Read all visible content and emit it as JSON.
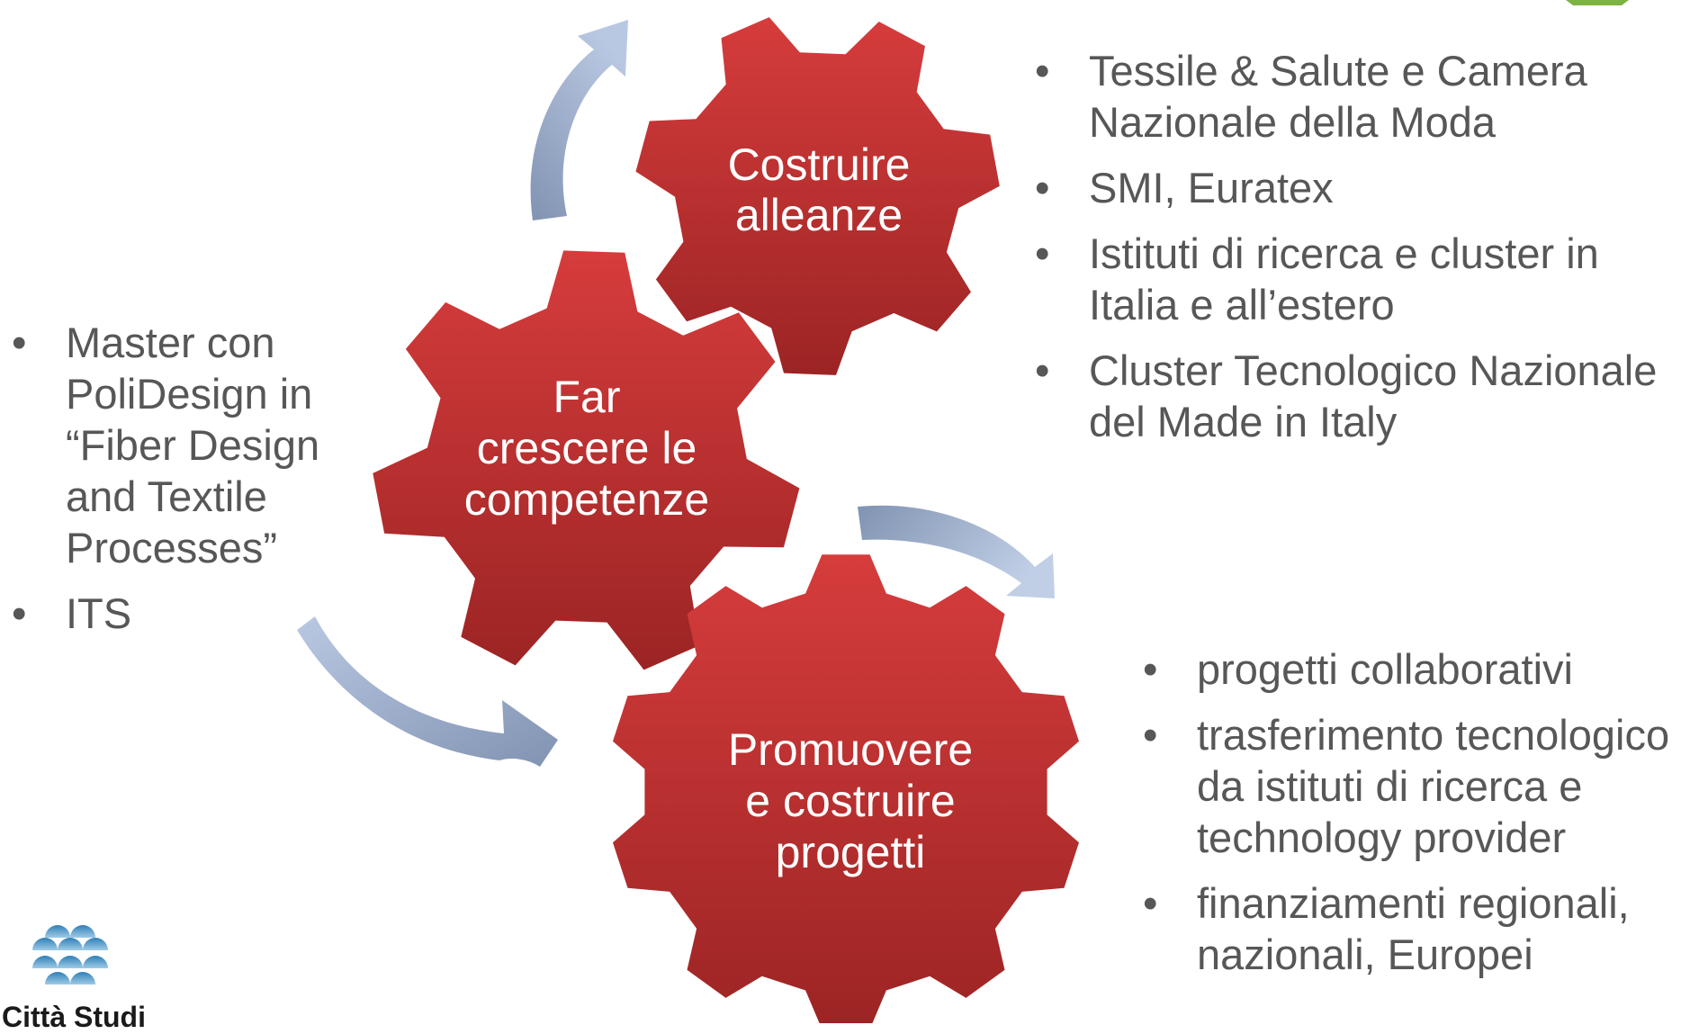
{
  "gears": {
    "alliances": {
      "line1": "Costruire",
      "line2": "alleanze"
    },
    "skills": {
      "line1": "Far",
      "line2": "crescere le",
      "line3": "competenze"
    },
    "projects": {
      "line1": "Promuovere",
      "line2": "e costruire",
      "line3": "progetti"
    }
  },
  "lists": {
    "alliances": [
      "Tessile & Salute e Camera Nazionale della Moda",
      "SMI, Euratex",
      "Istituti di ricerca e cluster in Italia e all’estero",
      "Cluster Tecnologico Nazionale del Made in Italy"
    ],
    "skills": [
      "Master con PoliDesign in “Fiber Design and Textile Processes”",
      "ITS"
    ],
    "projects": [
      "progetti collaborativi",
      "trasferimento tecnologico da istituti di ricerca e technology provider",
      "finanziamenti regionali, nazionali, Europei"
    ]
  },
  "logo": {
    "text": "Città Studi",
    "icon": "scale-pattern-logo"
  },
  "colors": {
    "gear_top": "#d13a3a",
    "gear_bottom": "#9e2525",
    "arrow": "#9fb1d0",
    "text": "#575757"
  }
}
